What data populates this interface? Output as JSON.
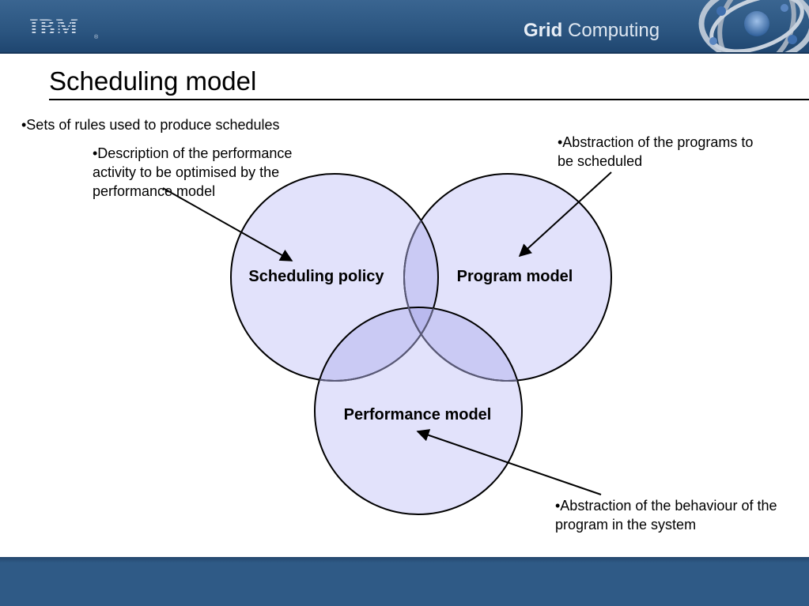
{
  "header": {
    "logo": "IBM",
    "registered": "®",
    "brand_bold": "Grid",
    "brand_light": "Computing"
  },
  "slide": {
    "title": "Scheduling model",
    "notes": {
      "sets": "•Sets of rules used to produce schedules",
      "description": "•Description of the performance activity to be optimised by the performance model",
      "program": "•Abstraction of the programs to be scheduled",
      "performance": "•Abstraction of the behaviour of the program in the system"
    },
    "circles": {
      "scheduling": "Scheduling policy",
      "program": "Program model",
      "performance": "Performance model"
    }
  },
  "colors": {
    "header_blue": "#2b5580",
    "circle_fill": "#e2e2fb",
    "overlap_fill": "#c9c9f3",
    "stroke": "#000000"
  },
  "icons": {
    "globe": "grid-globe-icon"
  }
}
